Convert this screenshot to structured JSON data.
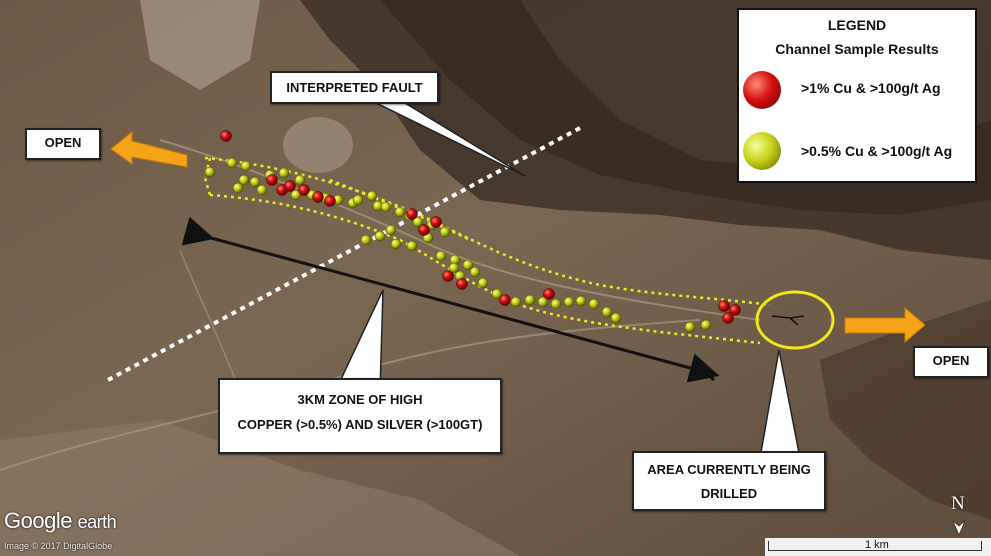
{
  "legend": {
    "title": "LEGEND",
    "subtitle": "Channel Sample Results",
    "items": [
      {
        "label": ">1% Cu & >100g/t Ag",
        "color": "#d41010"
      },
      {
        "label": ">0.5% Cu & >100g/t Ag",
        "color": "#c8d21a"
      }
    ]
  },
  "labels": {
    "interpreted_fault": "INTERPRETED FAULT",
    "open_west": "OPEN",
    "open_east": "OPEN",
    "zone_line1": "3KM ZONE OF HIGH",
    "zone_line2": "COPPER (>0.5%) AND SILVER (>100GT)",
    "drilled_line1": "AREA CURRENTLY BEING",
    "drilled_line2": "DRILLED"
  },
  "attribution": {
    "logo_google": "Google",
    "logo_earth": "earth",
    "copyright": "Image © 2017 DigitalGlobe"
  },
  "scale": {
    "label": "1 km"
  },
  "compass": {
    "label": "N"
  },
  "colors": {
    "arrow_orange": "#f5a418",
    "outline_yellow": "#f2e61c",
    "fault_white": "#ffffff",
    "high_grade": "#d41010",
    "mid_grade": "#c8d21a"
  },
  "samples": {
    "high_grade_count_note": "red markers",
    "mid_grade_count_note": "yellow markers"
  }
}
